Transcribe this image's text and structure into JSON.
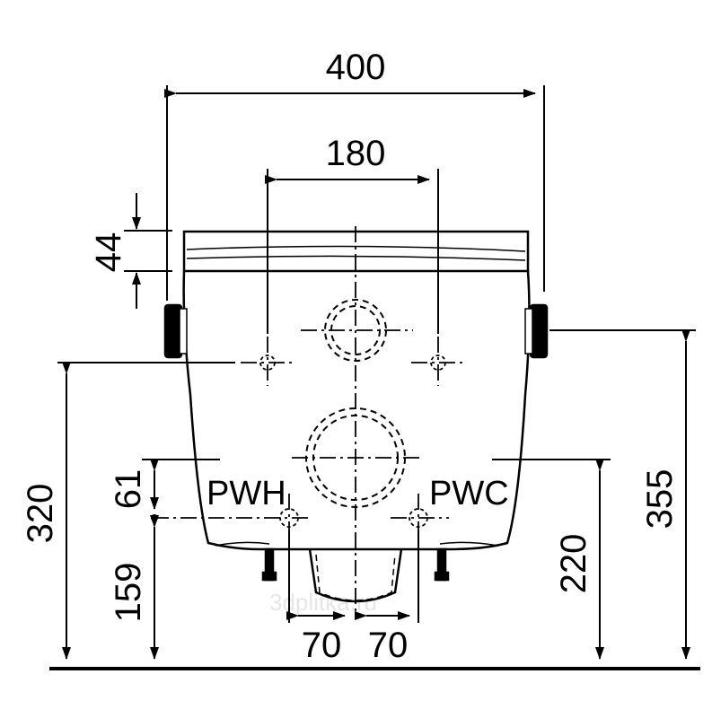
{
  "dimensions": {
    "overall_width": "400",
    "inlet_spacing": "180",
    "seat_thickness": "44",
    "height_left": "320",
    "pwh_offset": "61",
    "supply_height": "159",
    "height_right": "355",
    "height_mid": "220",
    "half_left": "70",
    "half_right": "70"
  },
  "labels": {
    "pwh": "PWH",
    "pwc": "PWC"
  },
  "watermark": "3dplitka.ru",
  "colors": {
    "line": "#000000",
    "background": "#ffffff"
  }
}
